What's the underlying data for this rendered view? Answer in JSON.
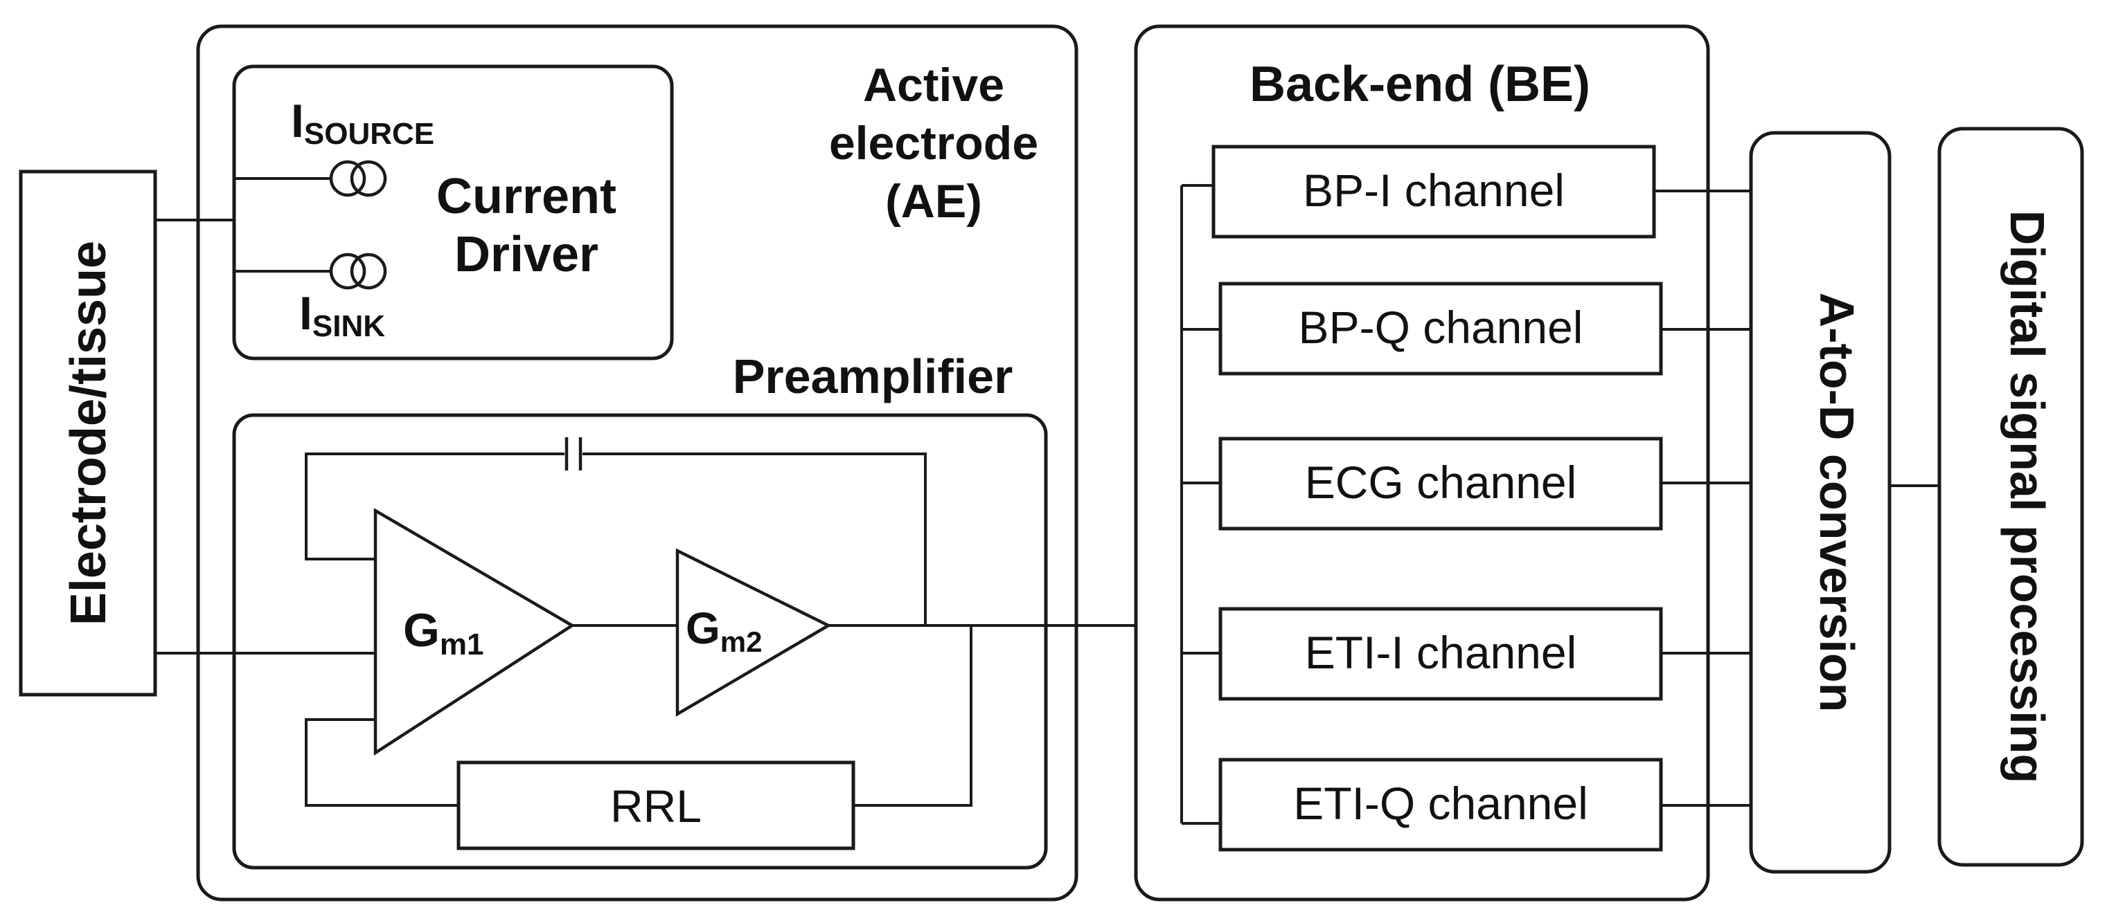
{
  "electrode": {
    "label": "Electrode/tissue"
  },
  "active_electrode": {
    "title_line1": "Active",
    "title_line2": "electrode",
    "title_line3": "(AE)",
    "current_driver": {
      "source_label": "I",
      "source_sub": "SOURCE",
      "sink_label": "I",
      "sink_sub": "SINK",
      "title_line1": "Current",
      "title_line2": "Driver"
    },
    "preamplifier": {
      "title": "Preamplifier",
      "gm1_label": "G",
      "gm1_sub": "m1",
      "gm2_label": "G",
      "gm2_sub": "m2",
      "rrl_label": "RRL"
    }
  },
  "back_end": {
    "title": "Back-end (BE)",
    "channels": [
      {
        "label": "BP-I channel"
      },
      {
        "label": "BP-Q channel"
      },
      {
        "label": "ECG channel"
      },
      {
        "label": "ETI-I channel"
      },
      {
        "label": "ETI-Q channel"
      }
    ]
  },
  "adc": {
    "label": "A-to-D conversion"
  },
  "dsp": {
    "label": "Digital signal processing"
  }
}
